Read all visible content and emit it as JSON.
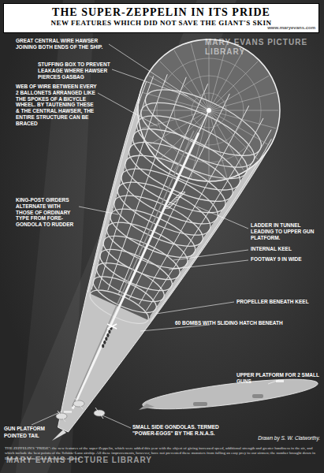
{
  "diagram": {
    "title": "THE SUPER-ZEPPELIN IN ITS PRIDE",
    "caption": "THE ZEPPELIN'S \"PRIDE\": the new features of the super-Zeppelin, which were added this year with the object of giving increased speed, additional strength and greater handiness in the air, and which include the best points of the Schütte-Lanz airship. All these improvements, however, have not prevented these monsters from falling an easy prey to our airmen; the number brought down in England or in home waters now stands at seven.",
    "labels": [
      "NEW FEATURES WHICH DID NOT SAVE THE GIANT'S SKIN",
      "GREAT CENTRAL WIRE HAWSER JOINING BOTH ENDS OF THE SHIP.",
      "STUFFING BOX TO PREVENT LEAKAGE WHERE HAWSER PIERCES GASBAG",
      "WEB OF WIRE BETWEEN EVERY 2 BALLONETS ARRANGED LIKE THE SPOKES OF A BICYCLE WHEEL. BY TAUTENING THESE & THE CENTRAL HAWSER, THE ENTIRE STRUCTURE CAN BE BRACED",
      "KING-POST GIRDERS ALTERNATE WITH THOSE OF ORDINARY TYPE FROM FORE-GONDOLA TO RUDDER",
      "LADDER IN TUNNEL LEADING TO UPPER GUN PLATFORM.",
      "INTERNAL KEEL",
      "FOOTWAY 9 IN WIDE",
      "PROPELLER BENEATH KEEL",
      "60 BOMBS WITH SLIDING HATCH BENEATH",
      "UPPER PLATFORM FOR 2 SMALL GUNS",
      "GUN PLATFORM",
      "POINTED TAIL",
      "SMALL SIDE GONDOLAS. TERMED \"POWER-EGGS\" BY THE R.N.A.S.",
      "Drawn by S. W. Clatworthy.",
      "MARY EVANS PICTURE LIBRARY",
      "MARY EVANS PICTURE LIBRARY",
      "www.maryevans.com"
    ]
  }
}
